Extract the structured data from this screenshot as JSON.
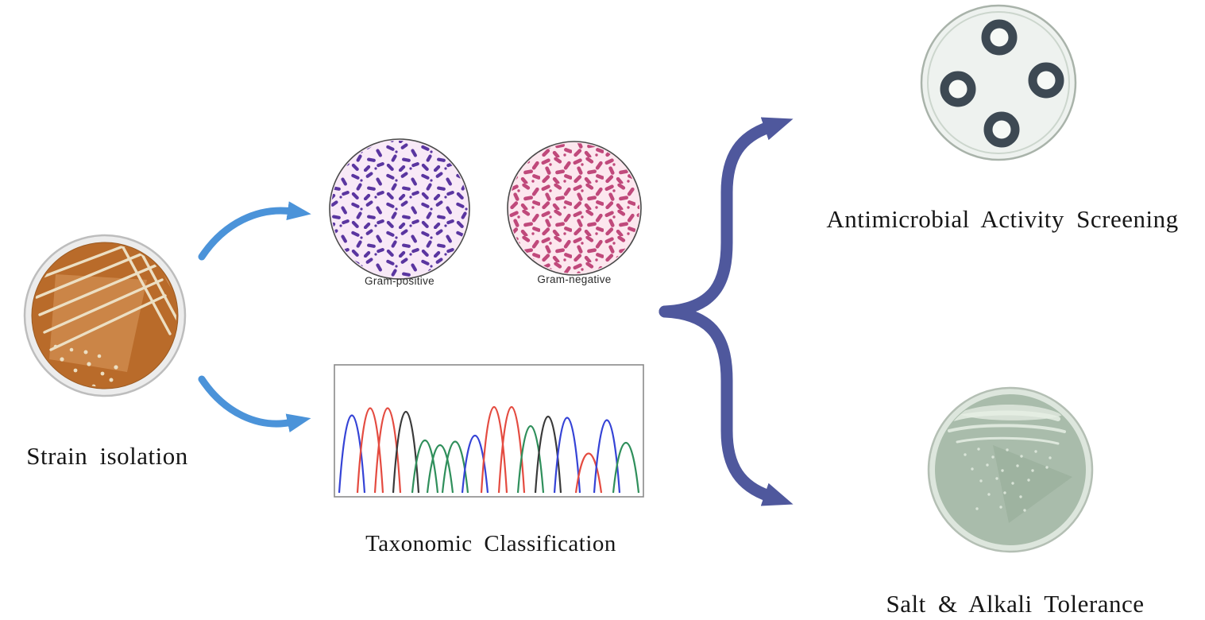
{
  "figure": {
    "labels": {
      "strain_isolation": "Strain isolation",
      "gram_positive": "Gram-positive",
      "gram_negative": "Gram-negative",
      "taxonomic_classification": "Taxonomic Classification",
      "antimicrobial_screening": "Antimicrobial Activity Screening",
      "salt_alkali_tolerance": "Salt & Alkali Tolerance"
    },
    "icons": {
      "strain-isolation-dish-icon": "streak plate with orange agar",
      "gram-positive-micrograph-icon": "circle of purple stained rods",
      "gram-negative-micrograph-icon": "circle of pink stained rods",
      "chromatogram-icon": "sanger sequencing trace peaks",
      "arrow-to-gram-stain-icon": "blue curved arrow up-right",
      "arrow-to-chromatogram-icon": "blue curved arrow down-right",
      "branch-arrow-icon": "dark blue forked brace arrow",
      "antimicrobial-dish-icon": "assay plate with four inhibition rings",
      "salt-alkali-dish-icon": "green-grey culture plate"
    }
  },
  "colors": {
    "agarOrange": "#b96b2a",
    "agarLight": "#d18d52",
    "streakCream": "#ecdfc3",
    "gramPosBg": "#f8e9f7",
    "gramPosRod": "#5a35a0",
    "gramNegBg": "#fce7ee",
    "gramNegRod": "#c0497b",
    "traceBlue": "#3543d6",
    "traceRed": "#e44b40",
    "traceBlack": "#3a3a3a",
    "traceGreen": "#2f8f5b",
    "arrowBlue": "#4b93d9",
    "braceBlue": "#4f589d",
    "screenDish": "#eef2ef",
    "ringDark": "#3d4953",
    "saltDish": "#a9bcab",
    "textDark": "#161616"
  }
}
